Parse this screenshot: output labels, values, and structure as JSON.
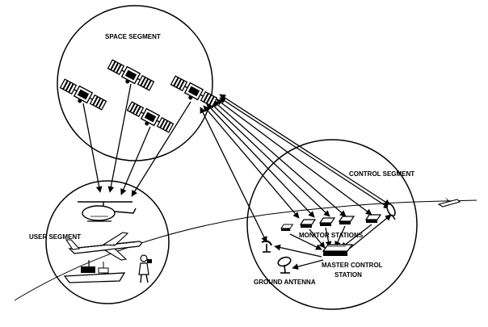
{
  "labels": {
    "space_segment": "SPACE SEGMENT",
    "control_segment": "CONTROL SEGMENT",
    "user_segment": "USER SEGMENT",
    "monitor_stations": "MONITOR STATIONS",
    "master_control_line1": "MASTER CONTROL",
    "master_control_line2": "STATION",
    "ground_antenna": "GROUND ANTENNA"
  },
  "icons": [
    "satellite-icon",
    "helicopter-icon",
    "airliner-icon",
    "ship-icon",
    "soldier-icon",
    "monitor-station-icon",
    "master-control-station-icon",
    "ground-antenna-icon",
    "dish-antenna-icon",
    "distant-aircraft-icon"
  ],
  "colors": {
    "ink": "#000000",
    "background": "#ffffff"
  }
}
